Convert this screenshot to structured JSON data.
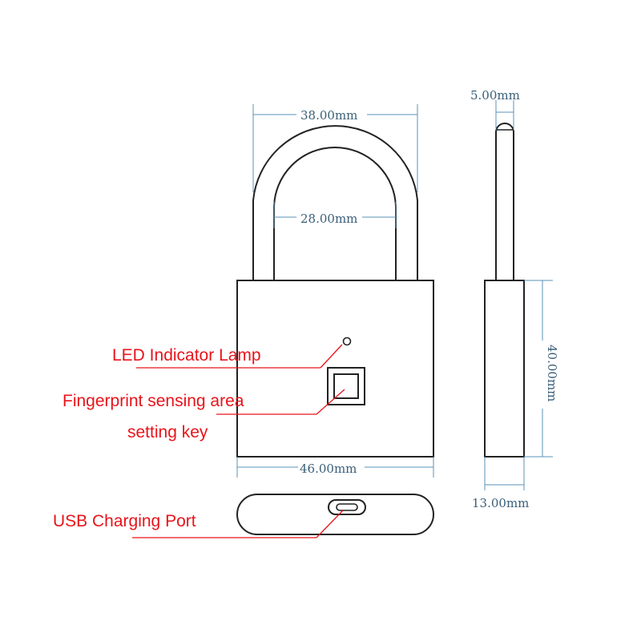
{
  "dimensions": {
    "shackle_outer_width": "38.00mm",
    "shackle_inner_width": "28.00mm",
    "shackle_thickness": "5.00mm",
    "body_width": "46.00mm",
    "body_height": "40.00mm",
    "body_depth": "13.00mm"
  },
  "callouts": {
    "led": "LED Indicator Lamp",
    "fingerprint_line1": "Fingerprint sensing area",
    "fingerprint_line2": "setting key",
    "usb": "USB Charging Port"
  },
  "colors": {
    "callout_text": "#e8141b",
    "dimension": "#5a93b8",
    "outline": "#222222"
  }
}
